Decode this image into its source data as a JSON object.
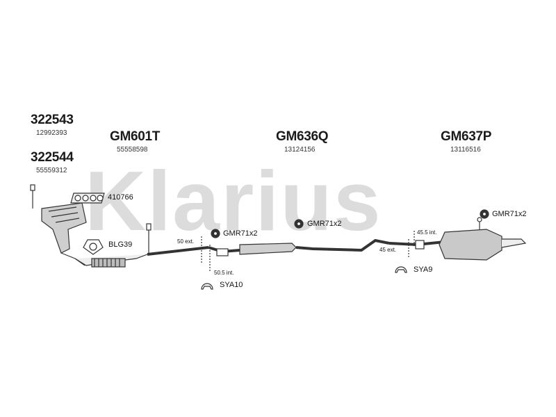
{
  "watermark": "Klarius",
  "parts": [
    {
      "code": "322543",
      "ref": "12992393"
    },
    {
      "code": "322544",
      "ref": "55559312"
    },
    {
      "code": "GM601T",
      "ref": "55558598"
    },
    {
      "code": "GM636Q",
      "ref": "13124156"
    },
    {
      "code": "GM637P",
      "ref": "13116516"
    }
  ],
  "fittings": {
    "gasket": "410766",
    "flange": "BLG39",
    "rubber_1": "GMR71x2",
    "rubber_2": "GMR71x2",
    "rubber_3": "GMR71x2",
    "clamp_1": "SYA10",
    "clamp_2": "SYA9"
  },
  "dimensions": {
    "d1": "50 ext.",
    "d2": "50.5 int.",
    "d3": "45.5 int.",
    "d4": "45 ext."
  },
  "colors": {
    "line": "#333333",
    "fill": "#d9d9d9",
    "watermark": "#dcdcdc"
  }
}
